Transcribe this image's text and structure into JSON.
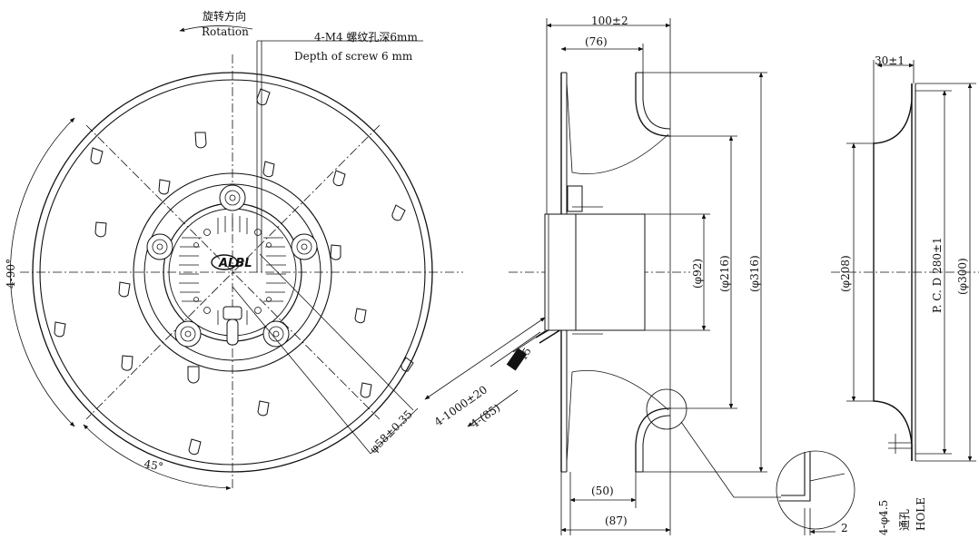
{
  "labels": {
    "rotation_cn": "旋转方向",
    "rotation_en": "Rotation",
    "screw_spec": "4-M4 螺纹孔深6mm",
    "screw_depth": "Depth of screw 6 mm",
    "angle_4x90": "4-90°",
    "angle_45": "45°",
    "hub_dia": "φ58±0.35",
    "cable_len": "4-1000±20",
    "cable_strip": "4-(85)",
    "cable_end": "15"
  },
  "side_view": {
    "width_total": "100±2",
    "width_76": "(76)",
    "width_50": "(50)",
    "width_87": "(87)",
    "dia_92": "(φ92)",
    "dia_216": "(φ216)",
    "dia_316": "(φ316)"
  },
  "detail": {
    "gap": "2"
  },
  "ring_view": {
    "depth": "30±1",
    "dia_208": "(φ208)",
    "pcd": "P. C. D 280±1",
    "dia_300": "(φ300)",
    "holes": "4-φ4.5",
    "holes_cn": "通孔",
    "holes_en": "HOLE"
  },
  "logo_text": "ALBL"
}
